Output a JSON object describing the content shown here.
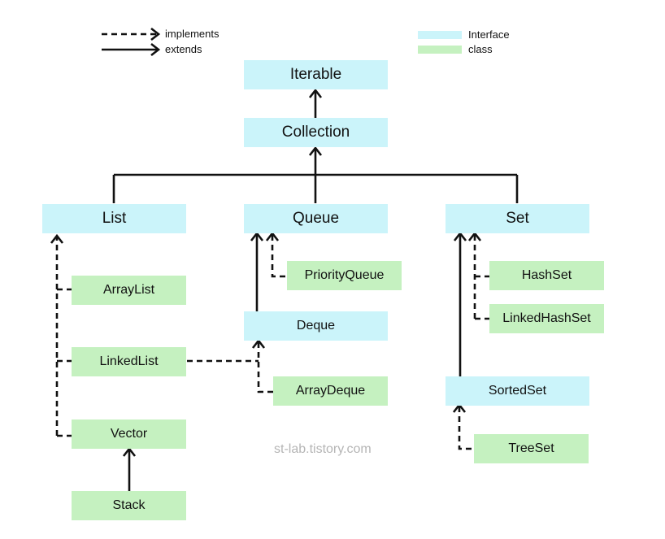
{
  "legend": {
    "implements": "implements",
    "extends": "extends",
    "interface": "Interface",
    "class": "class"
  },
  "nodes": {
    "iterable": "Iterable",
    "collection": "Collection",
    "list": "List",
    "queue": "Queue",
    "set": "Set",
    "arraylist": "ArrayList",
    "linkedlist": "LinkedList",
    "vector": "Vector",
    "stack": "Stack",
    "priorityqueue": "PriorityQueue",
    "deque": "Deque",
    "arraydeque": "ArrayDeque",
    "hashset": "HashSet",
    "linkedhashset": "LinkedHashSet",
    "sortedset": "SortedSet",
    "treeset": "TreeSet"
  },
  "watermark": "st-lab.tistory.com",
  "colors": {
    "interface": "#cbf4fa",
    "class": "#c5f1c0",
    "line": "#111111",
    "watermark": "#b5b5b5"
  }
}
